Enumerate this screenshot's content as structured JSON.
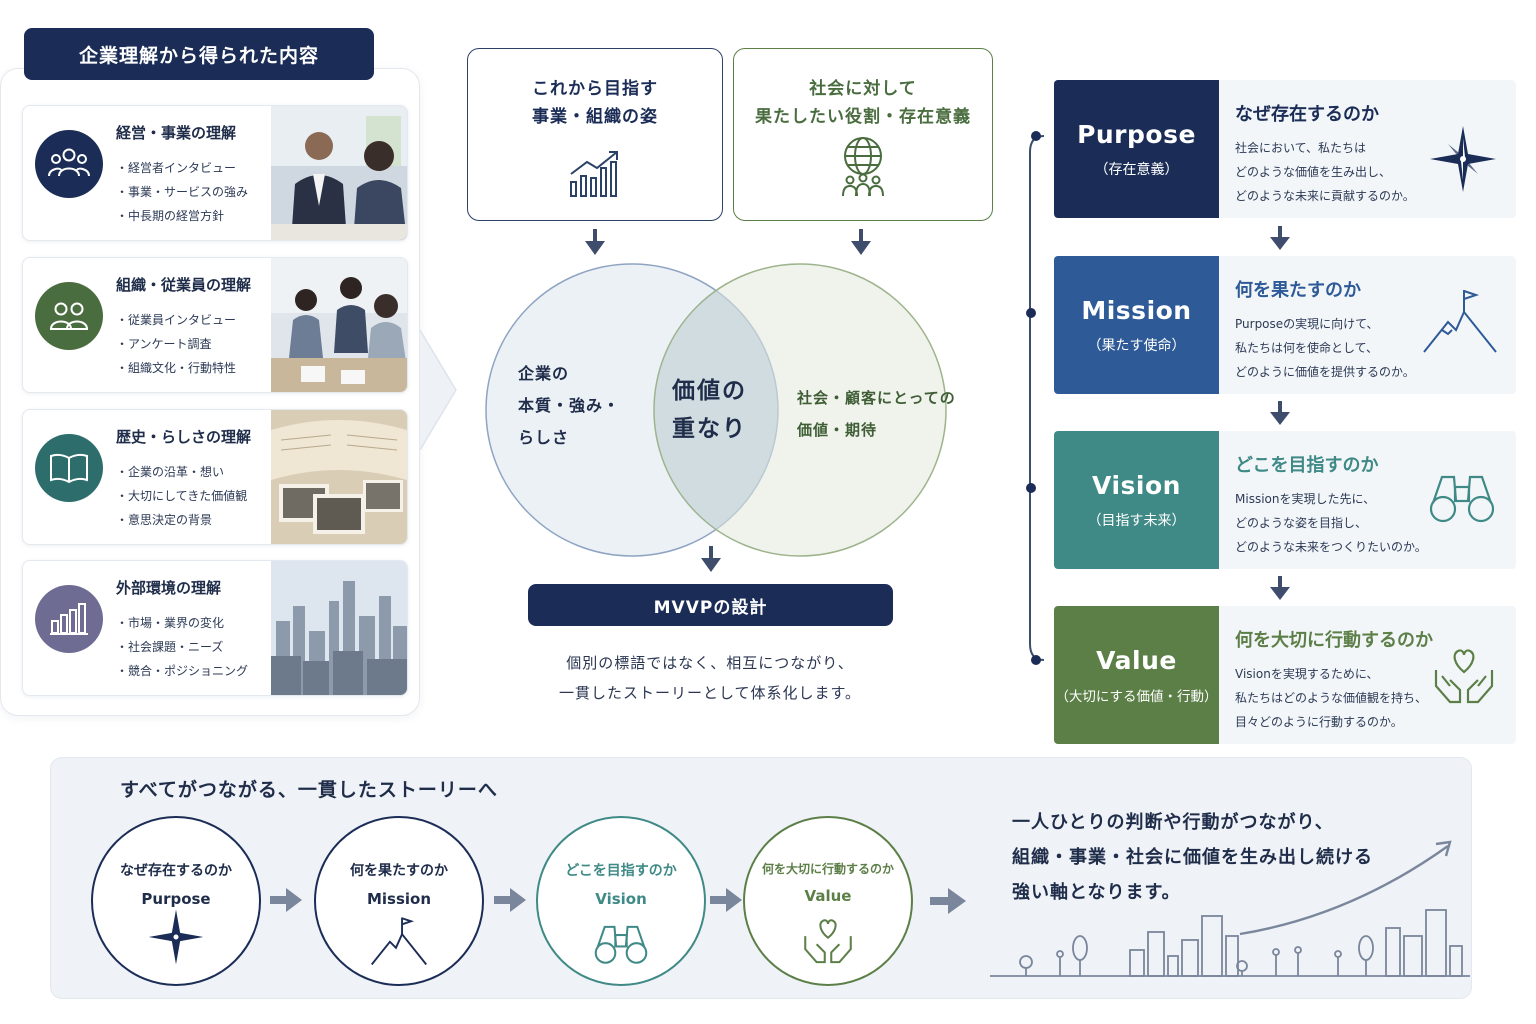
{
  "left": {
    "title": "企業理解から得られた内容",
    "cards": [
      {
        "title": "経営・事業の理解",
        "items": [
          "経営者インタビュー",
          "事業・サービスの強み",
          "中長期の経営方針"
        ],
        "color": "#1b2d57",
        "icon": "people-group-icon"
      },
      {
        "title": "組織・従業員の理解",
        "items": [
          "従業員インタビュー",
          "アンケート調査",
          "組織文化・行動特性"
        ],
        "color": "#4a6d3f",
        "icon": "two-people-icon"
      },
      {
        "title": "歴史・らしさの理解",
        "items": [
          "企業の沿革・想い",
          "大切にしてきた価値観",
          "意思決定の背景"
        ],
        "color": "#2d6e6c",
        "icon": "open-book-icon"
      },
      {
        "title": "外部環境の理解",
        "items": [
          "市場・業界の変化",
          "社会課題・ニーズ",
          "競合・ポジショニング"
        ],
        "color": "#6e6c93",
        "icon": "bar-chart-icon"
      }
    ]
  },
  "center": {
    "box_left": {
      "line1": "これから目指す",
      "line2": "事業・組織の姿",
      "color": "#1b2d57"
    },
    "box_right": {
      "line1": "社会に対して",
      "line2": "果たしたい役割・存在意義",
      "color": "#4a6d3f"
    },
    "venn": {
      "left_lines": [
        "企業の",
        "本質・強み・",
        "らしさ"
      ],
      "center_lines": [
        "価値の",
        "重なり"
      ],
      "right_lines": [
        "社会・顧客にとっての",
        "価値・期待"
      ]
    },
    "banner": "MVVPの設計",
    "desc_line1": "個別の標語ではなく、相互につながり、",
    "desc_line2": "一貫したストーリーとして体系化します。"
  },
  "right": {
    "rows": [
      {
        "en": "Purpose",
        "ja": "（存在意義）",
        "q": "なぜ存在するのか",
        "desc": [
          "社会において、私たちは",
          "どのような価値を生み出し、",
          "どのような未来に貢献するのか。"
        ],
        "color": "#1b2d57",
        "q_color": "#1b2d57",
        "icon": "compass-star-icon"
      },
      {
        "en": "Mission",
        "ja": "（果たす使命）",
        "q": "何を果たすのか",
        "desc": [
          "Purposeの実現に向けて、",
          "私たちは何を使命として、",
          "どのように価値を提供するのか。"
        ],
        "color": "#2e5a97",
        "q_color": "#2e5a97",
        "icon": "mountain-flag-icon"
      },
      {
        "en": "Vision",
        "ja": "（目指す未来）",
        "q": "どこを目指すのか",
        "desc": [
          "Missionを実現した先に、",
          "どのような姿を目指し、",
          "どのような未来をつくりたいのか。"
        ],
        "color": "#3f8a86",
        "q_color": "#3f8a86",
        "icon": "binoculars-icon"
      },
      {
        "en": "Value",
        "ja": "（大切にする価値・行動）",
        "q": "何を大切に行動するのか",
        "desc": [
          "Visionを実現するために、",
          "私たちはどのような価値観を持ち、",
          "目々どのように行動するのか。"
        ],
        "color": "#5c7f47",
        "q_color": "#5c7f47",
        "icon": "heart-hands-icon"
      }
    ]
  },
  "bottom": {
    "title": "すべてがつながる、一貫したストーリーへ",
    "circles": [
      {
        "q": "なぜ存在するのか",
        "en": "Purpose",
        "color": "#1b2d57"
      },
      {
        "q": "何を果たすのか",
        "en": "Mission",
        "color": "#1b2d57"
      },
      {
        "q": "どこを目指すのか",
        "en": "Vision",
        "color": "#3f8a86"
      },
      {
        "q": "何を大切に行動するのか",
        "en": "Value",
        "color": "#5c7f47"
      }
    ],
    "closing": [
      "一人ひとりの判断や行動がつながり、",
      "組織・事業・社会に価値を生み出し続ける",
      "強い軸となります。"
    ]
  }
}
